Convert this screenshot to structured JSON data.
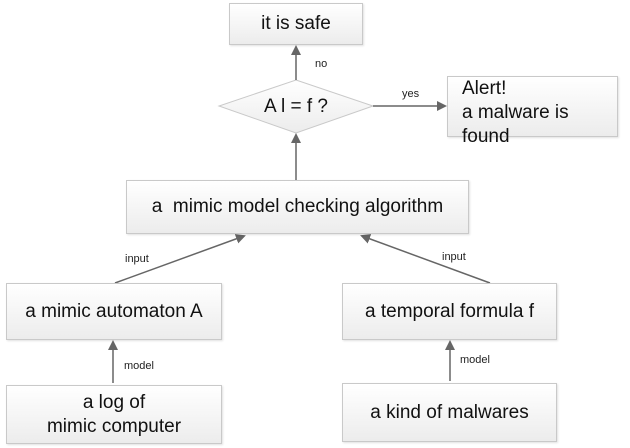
{
  "nodes": {
    "safe": "it is safe",
    "decision": "A l = f ?",
    "alert_line1": "Alert!",
    "alert_line2": "a malware is found",
    "algorithm": "a  mimic model checking algorithm",
    "automaton": "a mimic automaton A",
    "formula": "a temporal formula f",
    "log_line1": "a log of",
    "log_line2": "mimic computer",
    "malwares": "a kind of malwares"
  },
  "edges": {
    "no": "no",
    "yes": "yes",
    "input_left": "input",
    "input_right": "input",
    "model_left": "model",
    "model_right": "model"
  },
  "colors": {
    "line": "#666666",
    "box_border": "#c9c9c9",
    "box_fill_top": "#ffffff",
    "box_fill_bottom": "#ececec"
  }
}
